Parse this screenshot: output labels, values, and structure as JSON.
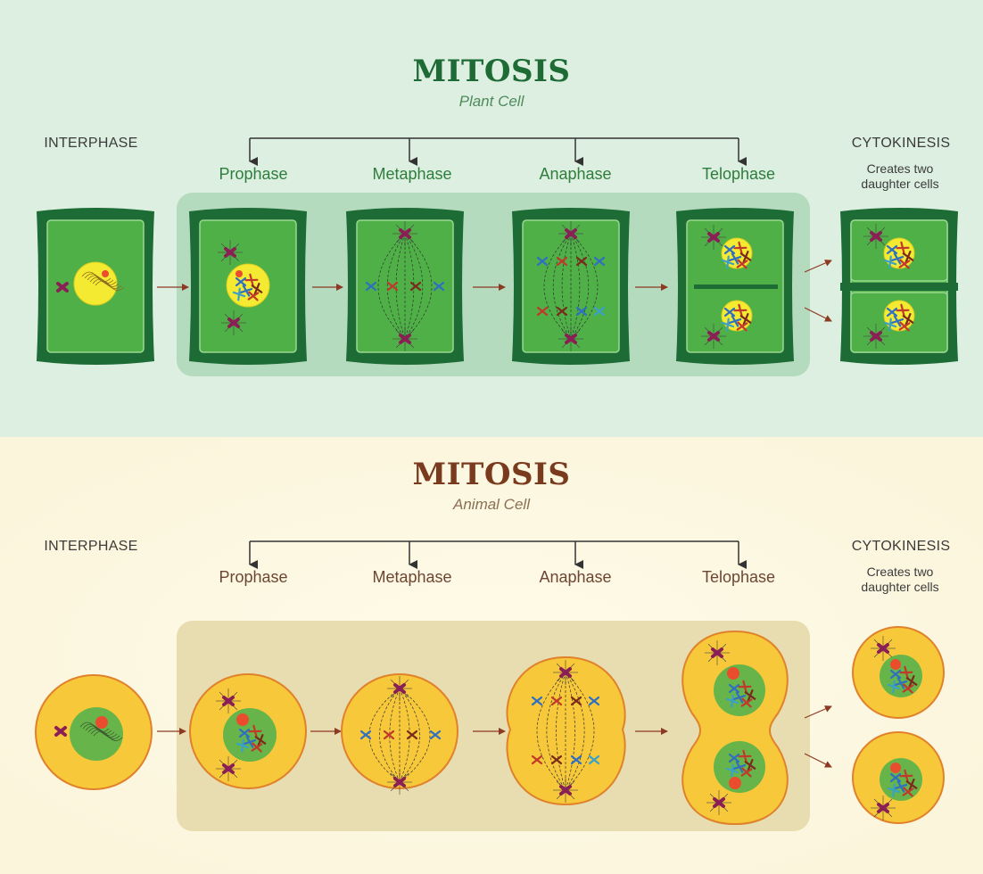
{
  "colors": {
    "plant_bg": "#dcefe0",
    "animal_bg": "#fbf5dc",
    "plant_title": "#1f6b36",
    "plant_label": "#2f7d3c",
    "plant_subtitle": "#4f8a5c",
    "animal_title": "#7a3a1e",
    "animal_label": "#6d4633",
    "animal_subtitle": "#8a7055",
    "cell_wall": "#1d6b35",
    "cytoplasm_green": "#4fb048",
    "nucleus_yellow": "#f5ea32",
    "animal_cytoplasm": "#f6c83a",
    "animal_membrane": "#e0812b",
    "animal_nucleus": "#67b54a",
    "nucleolus": "#e94d2d",
    "centrosome": "#8b1f55",
    "arrow": "#8c3a22",
    "mitosis_box_plant": "#b5dbbf",
    "mitosis_box_animal": "#e8ddb0"
  },
  "plant": {
    "title": "MITOSIS",
    "subtitle": "Plant Cell",
    "interphase": "INTERPHASE",
    "cytokinesis": "CYTOKINESIS",
    "cytokinesis_note": "Creates two daughter cells",
    "phases": [
      "Prophase",
      "Metaphase",
      "Anaphase",
      "Telophase"
    ]
  },
  "animal": {
    "title": "MITOSIS",
    "subtitle": "Animal Cell",
    "interphase": "INTERPHASE",
    "cytokinesis": "CYTOKINESIS",
    "cytokinesis_note": "Creates two daughter cells",
    "phases": [
      "Prophase",
      "Metaphase",
      "Anaphase",
      "Telophase"
    ]
  }
}
